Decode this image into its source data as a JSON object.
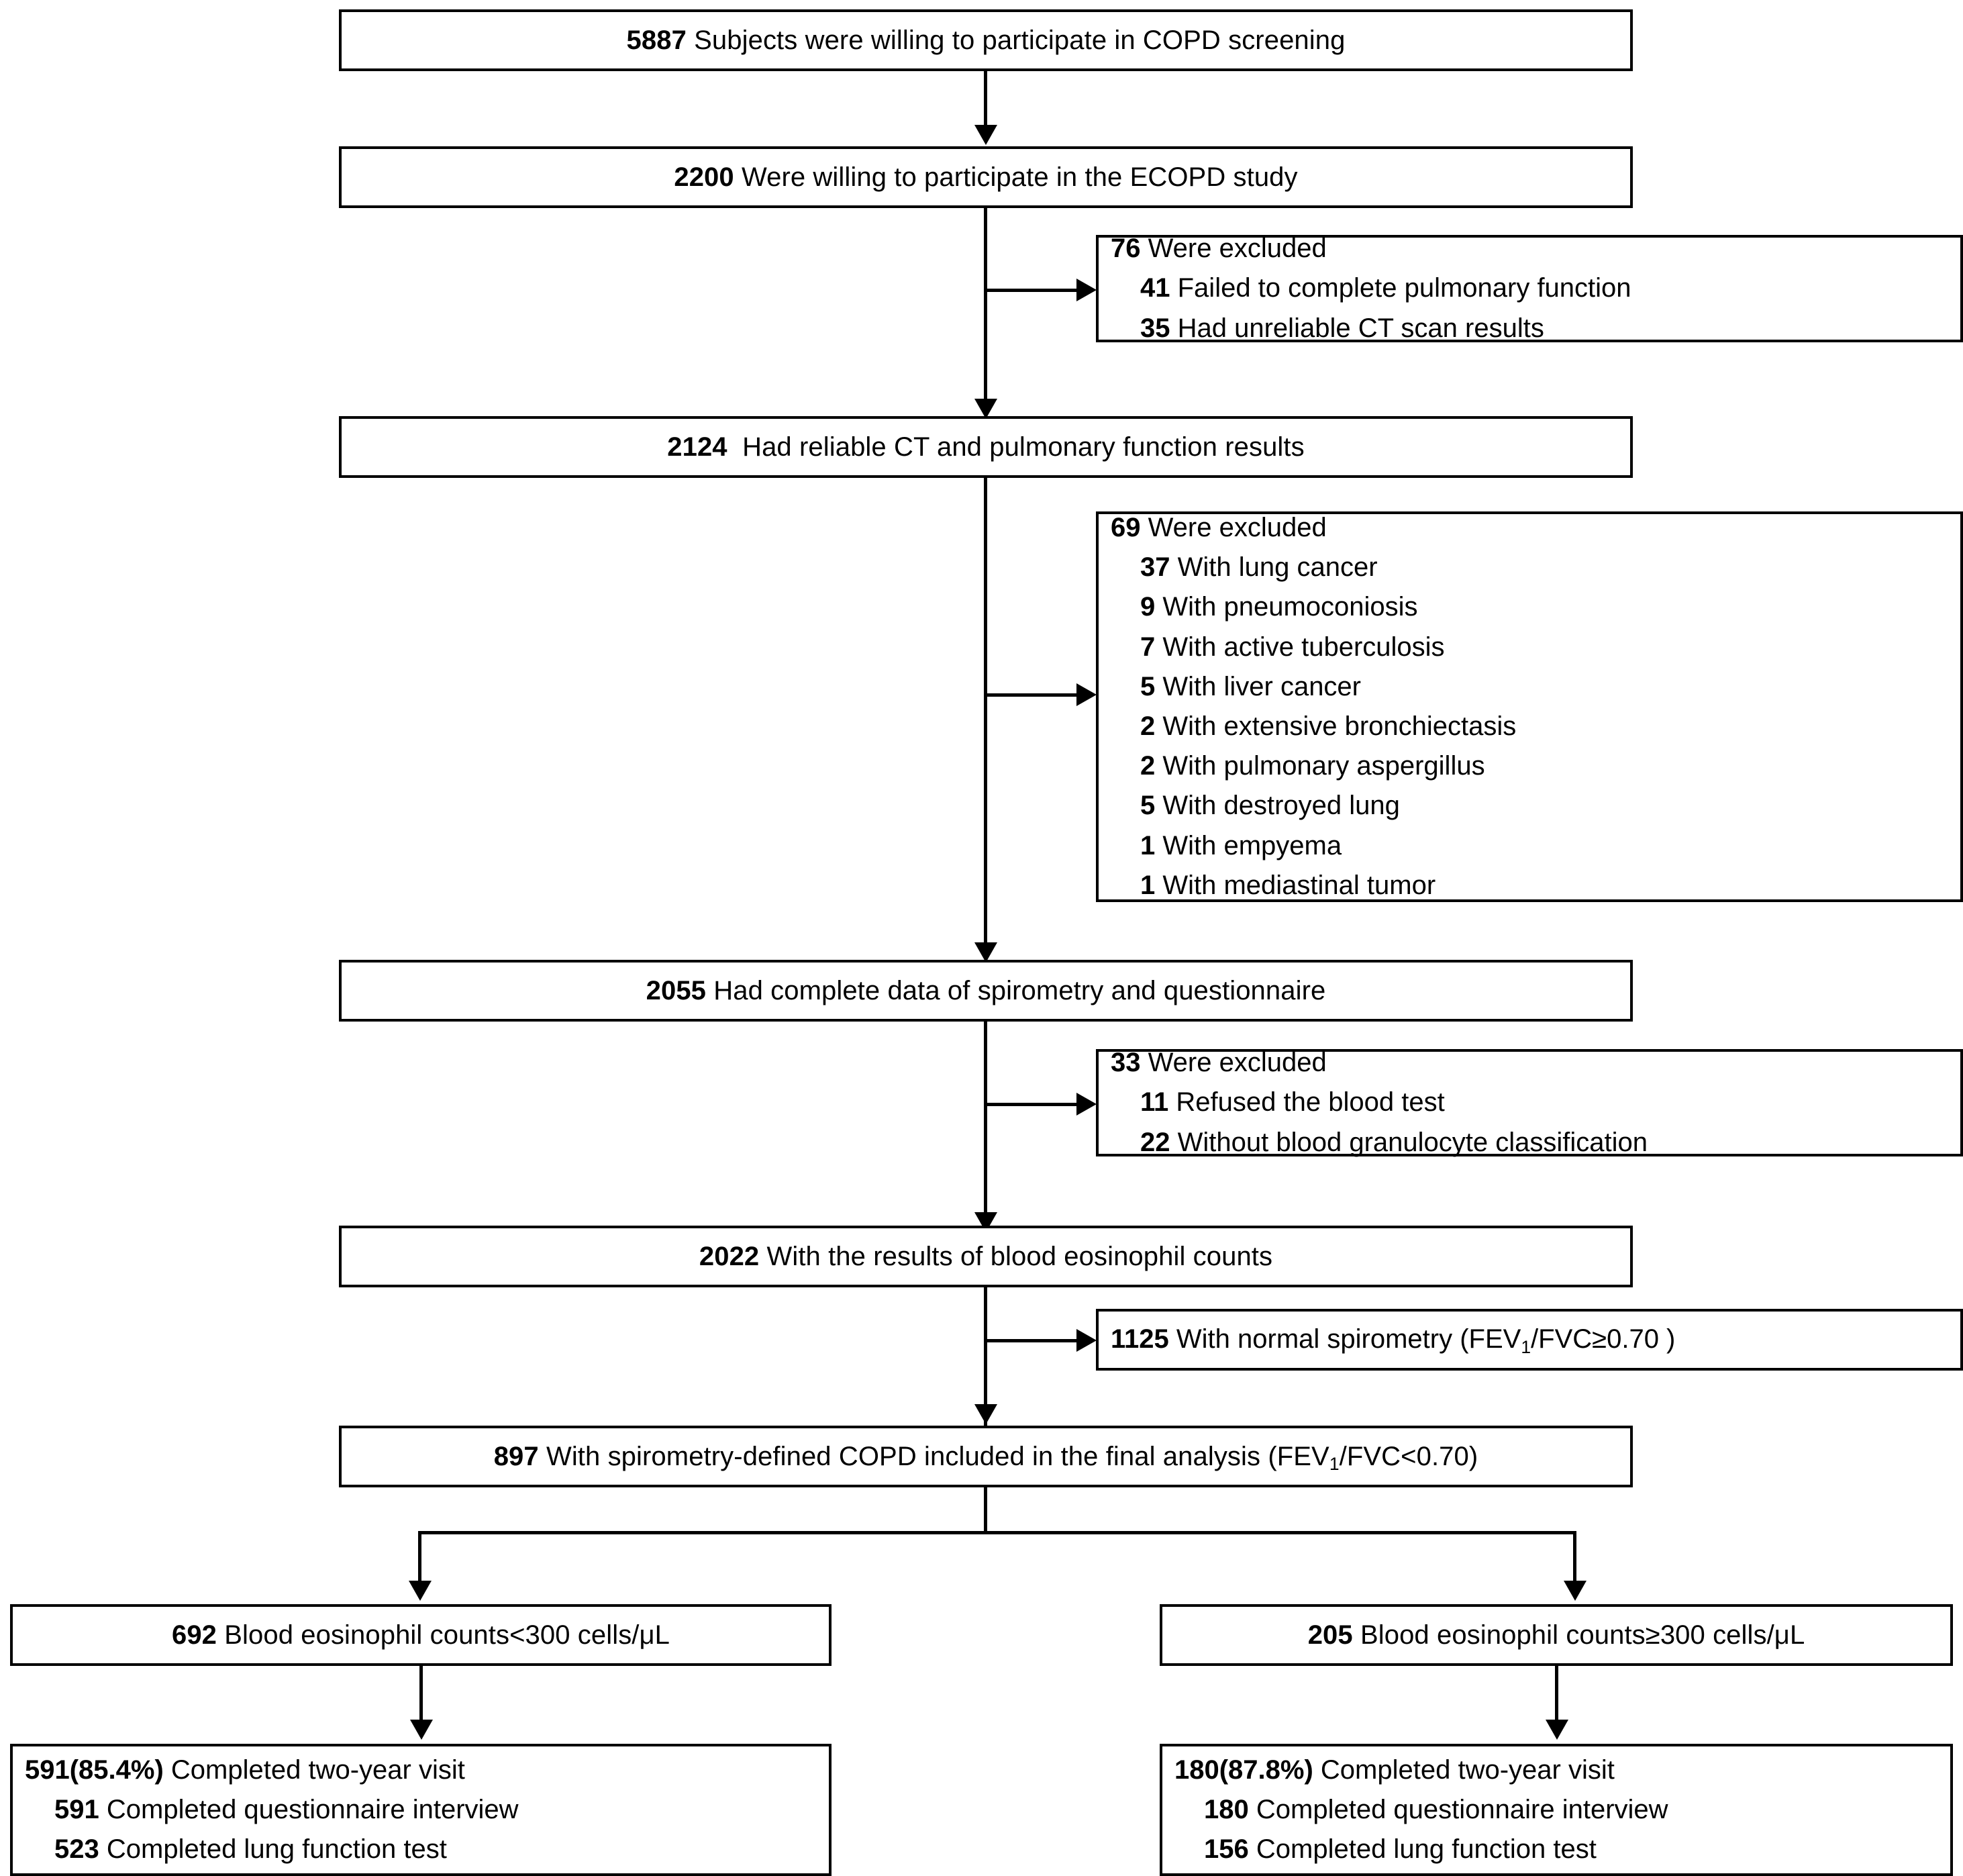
{
  "figure": {
    "type": "study-flow-diagram",
    "title": "COPD screening study participant flow"
  },
  "nodes": {
    "n1": {
      "count": "5887",
      "text": "Subjects were willing to participate in COPD screening"
    },
    "n2": {
      "count": "2200",
      "text": "Were willing to participate in the ECOPD study"
    },
    "n3": {
      "count": "2124",
      "text": "Had reliable CT and pulmonary function results"
    },
    "n4": {
      "count": "2055",
      "text": "Had complete data of spirometry and questionnaire"
    },
    "n5": {
      "count": "2022",
      "text": "With the results of blood eosinophil counts"
    },
    "n6_pre": {
      "count": "897",
      "text": "With spirometry-defined COPD included in the final analysis (FEV"
    },
    "n6_sub": "1",
    "n6_post": "/FVC<0.70)",
    "low_group": {
      "count": "692",
      "text": "Blood eosinophil counts<300 cells/μL"
    },
    "high_group": {
      "count": "205",
      "text": "Blood eosinophil counts≥300 cells/μL"
    }
  },
  "exclusions": {
    "ex1": {
      "head_count": "76",
      "head_text": "Were excluded",
      "items": [
        {
          "count": "41",
          "text": "Failed to complete pulmonary function"
        },
        {
          "count": "35",
          "text": "Had unreliable CT scan results"
        }
      ]
    },
    "ex2": {
      "head_count": "69",
      "head_text": "Were excluded",
      "items": [
        {
          "count": "37",
          "text": " With lung cancer"
        },
        {
          "count": "9",
          "text": "With pneumoconiosis"
        },
        {
          "count": "7",
          "text": "With active tuberculosis"
        },
        {
          "count": "5",
          "text": "With liver cancer"
        },
        {
          "count": "2",
          "text": "With extensive bronchiectasis"
        },
        {
          "count": "2",
          "text": "With pulmonary aspergillus"
        },
        {
          "count": "5",
          "text": "With destroyed lung"
        },
        {
          "count": "1",
          "text": "With empyema"
        },
        {
          "count": "1",
          "text": "With mediastinal tumor"
        }
      ]
    },
    "ex3": {
      "head_count": "33",
      "head_text": "Were excluded",
      "items": [
        {
          "count": "11",
          "text": "Refused the blood test"
        },
        {
          "count": "22",
          "text": "Without blood granulocyte classification"
        }
      ]
    },
    "ex4": {
      "count": "1125",
      "text_pre": "With normal spirometry (FEV",
      "sub": "1",
      "text_post": "/FVC≥0.70 )"
    }
  },
  "outcomes": {
    "left": {
      "head_count": "591(85.4%)",
      "head_text": "Completed two-year visit",
      "items": [
        {
          "count": "591",
          "text": "Completed questionnaire interview"
        },
        {
          "count": "523",
          "text": "Completed lung function test"
        }
      ]
    },
    "right": {
      "head_count": "180(87.8%)",
      "head_text": "Completed two-year visit",
      "items": [
        {
          "count": "180",
          "text": "Completed questionnaire interview"
        },
        {
          "count": "156",
          "text": "Completed lung function test"
        }
      ]
    }
  },
  "colors": {
    "stroke": "#000000",
    "background": "#ffffff"
  }
}
